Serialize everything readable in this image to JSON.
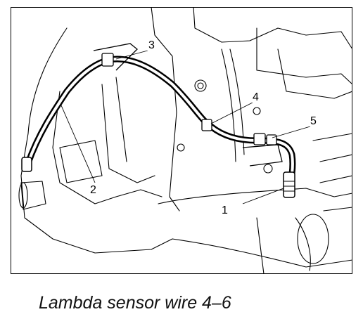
{
  "figure": {
    "caption": "Lambda sensor wire 4–6",
    "callouts": [
      {
        "id": "c1",
        "label": "1"
      },
      {
        "id": "c2",
        "label": "2"
      },
      {
        "id": "c3",
        "label": "3"
      },
      {
        "id": "c4",
        "label": "4"
      },
      {
        "id": "c5",
        "label": "5"
      }
    ]
  }
}
